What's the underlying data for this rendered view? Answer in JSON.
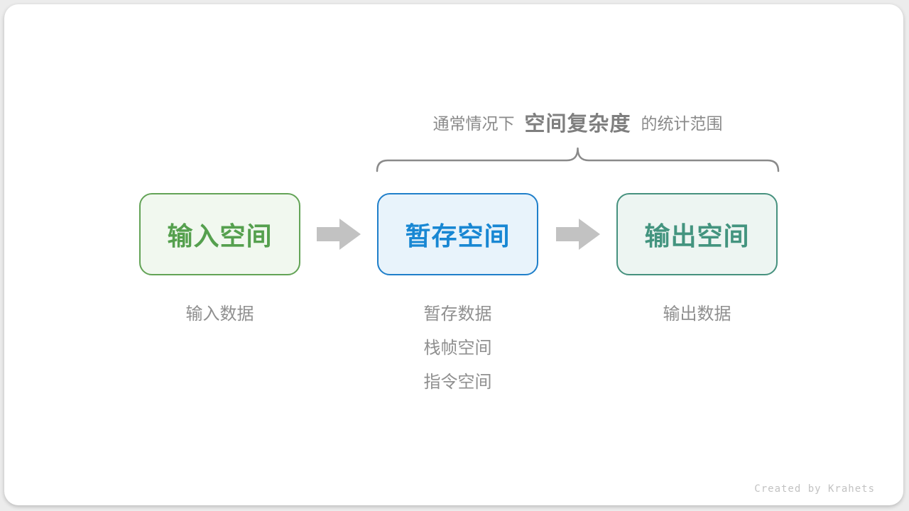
{
  "page": {
    "background_color": "#ececec",
    "card_background_color": "#ffffff"
  },
  "annotation": {
    "prefix": "通常情况下",
    "highlight": "空间复杂度",
    "suffix": "的统计范围",
    "text_color": "#8a8a8a",
    "brace_color": "#8a8a8a"
  },
  "flow": {
    "boxes": [
      {
        "id": "input-space",
        "label": "输入空间",
        "border_color": "#63a356",
        "fill_color": "#f1f8ef",
        "text_color": "#55a04e"
      },
      {
        "id": "temp-space",
        "label": "暂存空间",
        "border_color": "#1f7fca",
        "fill_color": "#e8f3fb",
        "text_color": "#1887d3"
      },
      {
        "id": "output-space",
        "label": "输出空间",
        "border_color": "#46917e",
        "fill_color": "#edf5f2",
        "text_color": "#43947f"
      }
    ],
    "arrow_color": "#c2c2c2"
  },
  "captions": {
    "input": [
      "输入数据"
    ],
    "temp": [
      "暂存数据",
      "栈帧空间",
      "指令空间"
    ],
    "output": [
      "输出数据"
    ],
    "text_color": "#8f8f8f"
  },
  "footer": {
    "credit": "Created by Krahets",
    "text_color": "#c2c2c2"
  }
}
